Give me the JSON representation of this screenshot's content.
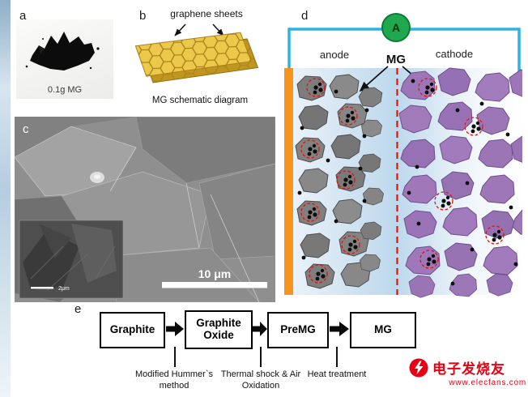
{
  "panel_a": {
    "label": "a",
    "caption": "0.1g MG"
  },
  "panel_b": {
    "label": "b",
    "annotation": "graphene sheets",
    "caption": "MG schematic diagram"
  },
  "panel_c": {
    "label": "c",
    "scale_bar": "10 μm",
    "inset_scale_bar": "2μm"
  },
  "panel_d": {
    "label": "d",
    "ammeter": "A",
    "anode_label": "anode",
    "mg_label": "MG",
    "cathode_label": "cathode"
  },
  "panel_e": {
    "label": "e",
    "boxes": [
      "Graphite",
      "Graphite Oxide",
      "PreMG",
      "MG"
    ],
    "steps": [
      "Modified Hummer`s method",
      "Thermal shock & Air Oxidation",
      "Heat treatment"
    ]
  },
  "watermark": {
    "brand": "电子发烧友",
    "url": "www.elecfans.com"
  },
  "colors": {
    "wire_blue": "#2bb3e6",
    "ammeter_green": "#1fa84d",
    "collector_orange": "#f7941d",
    "anode_gray": "#7f7f7f",
    "cathode_purple": "#9d76b8",
    "separator_red": "#e8100c",
    "graphene_yellow": "#ecc94b",
    "watermark_red": "#e60012"
  }
}
